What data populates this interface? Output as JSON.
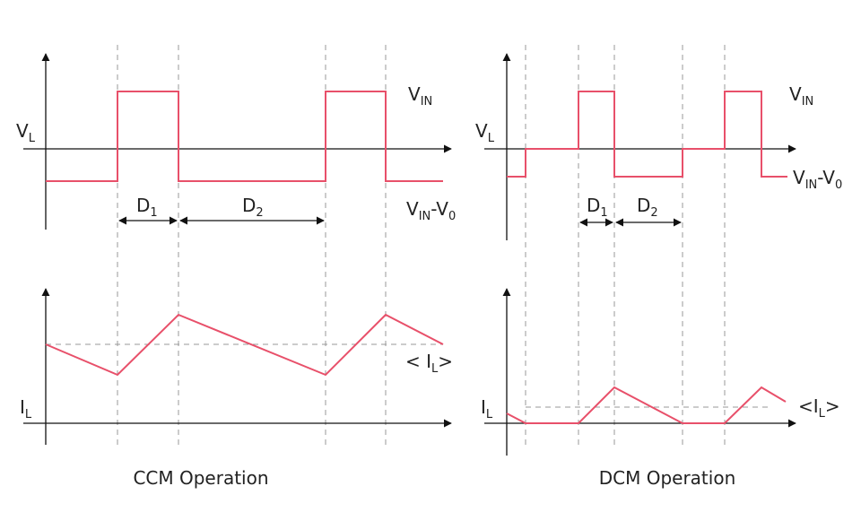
{
  "colors": {
    "waveform": "#e8506a",
    "axis": "#111111",
    "guide": "#9a9a9a"
  },
  "ccm": {
    "caption": "CCM Operation",
    "voltage_axis": {
      "main": "V",
      "sub": "L"
    },
    "vin_label": {
      "main": "V",
      "sub": "IN"
    },
    "vin_minus_vo_label": {
      "main": "V",
      "sub": "IN",
      "suffix": "-V",
      "sub2": "0"
    },
    "d1": {
      "main": "D",
      "sub": "1"
    },
    "d2": {
      "main": "D",
      "sub": "2"
    },
    "current_axis": {
      "main": "I",
      "sub": "L"
    },
    "avg_current": {
      "prefix": "< I",
      "sub": "L",
      "suffix": ">"
    }
  },
  "dcm": {
    "caption": "DCM Operation",
    "voltage_axis": {
      "main": "V",
      "sub": "L"
    },
    "vin_label": {
      "main": "V",
      "sub": "IN"
    },
    "vin_minus_vo_label": {
      "main": "V",
      "sub": "IN",
      "suffix": "-V",
      "sub2": "0"
    },
    "d1": {
      "main": "D",
      "sub": "1"
    },
    "d2": {
      "main": "D",
      "sub": "2"
    },
    "current_axis": {
      "main": "I",
      "sub": "L"
    },
    "avg_current": {
      "prefix": "<I",
      "sub": "L",
      "suffix": ">"
    }
  }
}
